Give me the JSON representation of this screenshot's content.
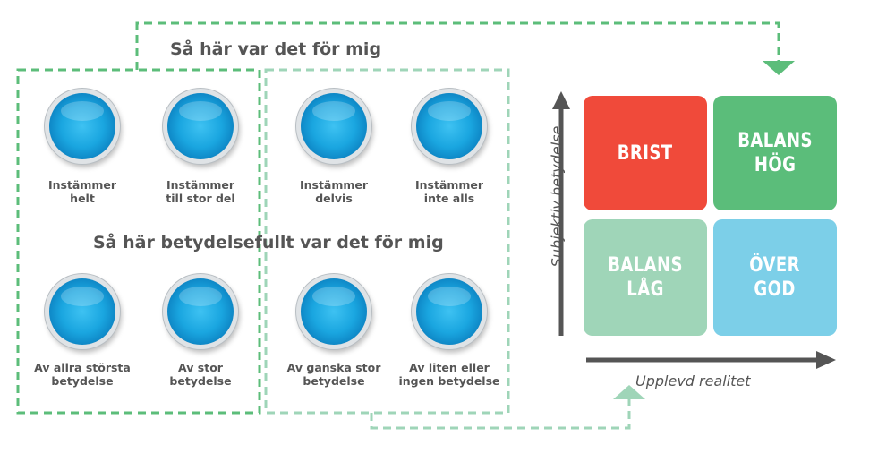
{
  "headings": {
    "experience": "Så här var det för mig",
    "meaning": "Så här betydelsefullt var det för mig"
  },
  "experience_options": [
    "Instämmer\nhelt",
    "Instämmer\ntill stor del",
    "Instämmer\ndelvis",
    "Instämmer\ninte alls"
  ],
  "meaning_options": [
    "Av allra största\nbetydelse",
    "Av stor\nbetydelse",
    "Av ganska stor\nbetydelse",
    "Av liten eller\ningen betydelse"
  ],
  "matrix": {
    "y_axis_label": "Subjektiv betydelse",
    "x_axis_label": "Upplevd realitet",
    "quadrants": {
      "top_left": {
        "label": "BRIST",
        "color": "#f04a3a"
      },
      "top_right": {
        "label": "BALANS\nHÖG",
        "color": "#5bbd7a"
      },
      "bottom_left": {
        "label": "BALANS\nLÅG",
        "color": "#9fd5b8"
      },
      "bottom_right": {
        "label": "ÖVER\nGOD",
        "color": "#7ccfe8"
      }
    }
  },
  "colors": {
    "dash_dark_green": "#5cbd7a",
    "dash_light_green": "#9fd5b8",
    "axis": "#555555",
    "text": "#555555"
  }
}
